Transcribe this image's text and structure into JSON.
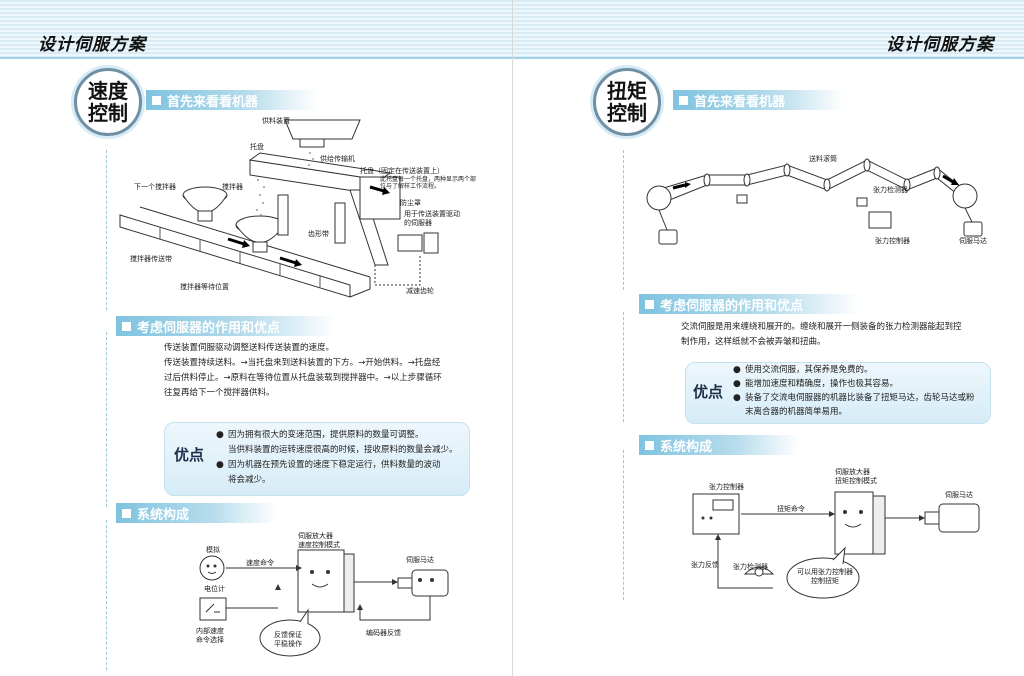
{
  "left": {
    "header_title": "设计伺服方案",
    "badge": [
      "速度",
      "控制"
    ],
    "section1": "首先来看看机器",
    "machine_labels": {
      "supply_device": "供料装置",
      "tray": "托盘",
      "supply_conveyor": "供给传输机",
      "tray_fixed": "托盘（固定在传送装置上）",
      "tray_note": "此托盘每一个托盘，两种显示两个部位与了解样工作流程。",
      "next_stirrer": "下一个搅拌器",
      "stirrer": "搅拌器",
      "dust_cover": "防尘罩",
      "servo_motor_drive": "用于传送装置驱动的伺服器",
      "toothed_belt": "齿形带",
      "stirrer_belt": "搅拌器传送带",
      "stirrer_wait": "搅拌器等待位置",
      "reduction_gear": "减速齿轮"
    },
    "section2": "考虑伺服器的作用和优点",
    "paragraph": [
      "传送装置伺服驱动调整送料传送装置的速度。",
      "传送装置持续送料。→当托盘来到送料装置的下方。→开始供料。→托盘经",
      "过后供料停止。→原料在等待位置从托盘装载到搅拌器中。→以上步骤循环",
      "往复再给下一个搅拌器供料。"
    ],
    "merit_title": "优点",
    "merits": [
      [
        "因为拥有很大的变速范围，提供原料的数量可调整。",
        "当供料装置的运转速度很高的时候，接收原料的数量会减少。"
      ],
      [
        "因为机器在预先设置的速度下稳定运行，供料数量的波动",
        "将会减少。"
      ]
    ],
    "section3": "系统构成",
    "system": {
      "analog": "模拟",
      "potentiometer": "电位计",
      "speed_command": "速度命令",
      "amp": [
        "伺服放大器",
        "速度控制模式"
      ],
      "servo_motor": "伺服马达",
      "internal_speed": [
        "内部速度",
        "命令选择"
      ],
      "feedback": [
        "反馈保证",
        "平稳操作"
      ],
      "encoder_feedback": "编码器反馈"
    }
  },
  "right": {
    "header_title": "设计伺服方案",
    "badge": [
      "扭矩",
      "控制"
    ],
    "section1": "首先来看看机器",
    "machine_labels": {
      "feed_roller": "送料滚筒",
      "tension_detector": "张力检测器",
      "tension_controller": "张力控制器",
      "servo_motor": "伺服马达"
    },
    "section2": "考虑伺服器的作用和优点",
    "paragraph": [
      "交流伺服是用来缠绕和展开的。缠绕和展开一侧装备的张力检测器能起到控",
      "制作用，这样纸就不会被弄皱和扭曲。"
    ],
    "merit_title": "优点",
    "merits": [
      [
        "使用交流伺服，其保养是免费的。"
      ],
      [
        "能增加速度和精确度，操作也极其容易。"
      ],
      [
        "装备了交流电伺服器的机器比装备了扭矩马达，齿轮马达或粉",
        "末离合器的机器简单易用。"
      ]
    ],
    "section3": "系统构成",
    "system": {
      "tension_controller": "张力控制器",
      "torque_command": "扭矩命令",
      "amp": [
        "伺服放大器",
        "扭矩控制模式"
      ],
      "servo_motor": "伺服马达",
      "tension_feedback": "张力反馈",
      "tension_detector": "张力检测器",
      "note": [
        "可以用张力控制器",
        "控制扭矩"
      ]
    }
  }
}
